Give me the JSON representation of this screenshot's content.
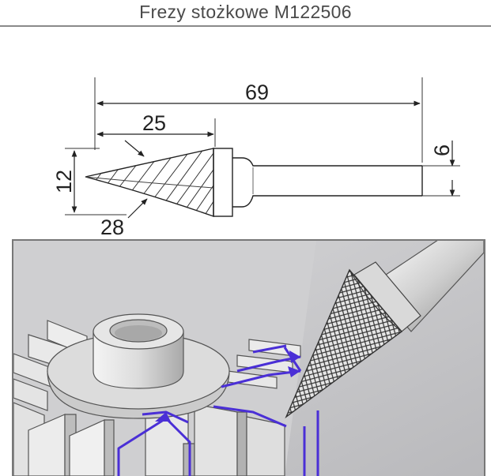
{
  "title": "Frezy stożkowe M122506",
  "dimensions": {
    "total_length": "69",
    "head_length": "25",
    "shank_diameter": "6",
    "head_diameter": "12",
    "cone_angle": "28"
  },
  "colors": {
    "line": "#2a2a2a",
    "frame": "#7a7a7a",
    "photo_bg": "#c9c9cb",
    "accent": "#4a2fd6"
  }
}
